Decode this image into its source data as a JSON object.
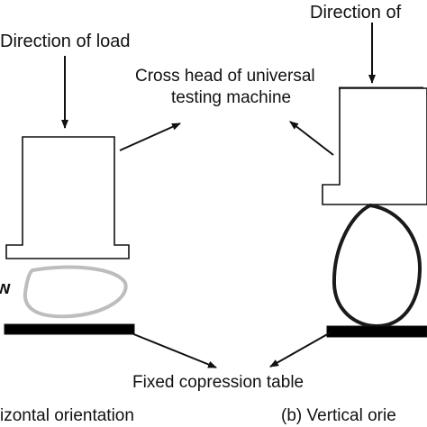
{
  "diagram": {
    "left_load_label": "Direction of load",
    "right_load_label": "Direction of",
    "crosshead_label_line1": "Cross head of universal",
    "crosshead_label_line2": "testing machine",
    "table_label": "Fixed copression table",
    "caption_left": "izontal orientation",
    "caption_right": "(b) Vertical orie",
    "edge_fragment": "w"
  },
  "colors": {
    "stroke": "#111111",
    "specimen_horizontal": "#bdbdbd",
    "specimen_vertical": "#1a1a1a",
    "table_fill": "#000000",
    "background": "#ffffff"
  }
}
